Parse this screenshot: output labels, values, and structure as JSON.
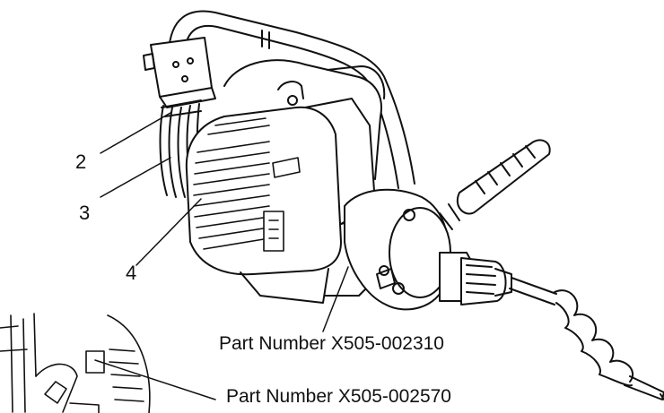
{
  "callouts": [
    "2",
    "3",
    "4"
  ],
  "part_labels": [
    "Part Number X505-002310",
    "Part Number X505-002570"
  ],
  "colors": {
    "ink": "#111111",
    "paper": "#ffffff",
    "shade": "#e6e6e6"
  }
}
